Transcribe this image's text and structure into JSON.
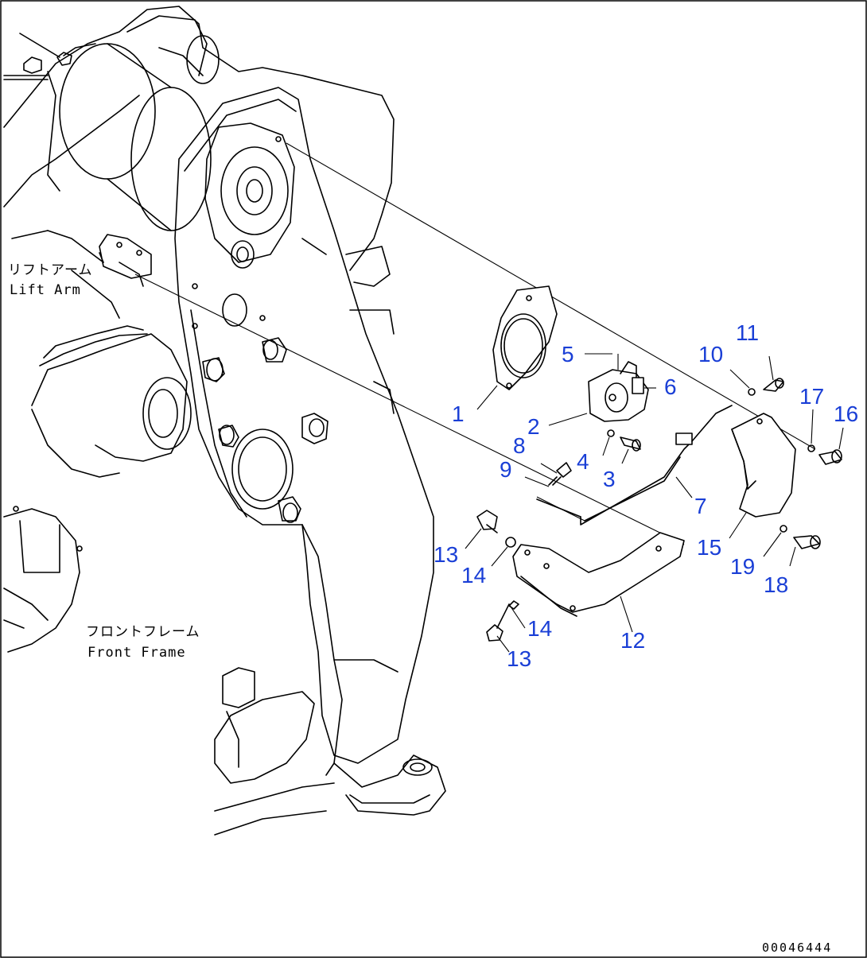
{
  "labels": {
    "lift_arm_jp": "リフトアーム",
    "lift_arm_en": "Lift Arm",
    "front_frame_jp": "フロントフレーム",
    "front_frame_en": "Front Frame"
  },
  "drawing_code": "00046444",
  "callouts": [
    "1",
    "2",
    "3",
    "4",
    "5",
    "6",
    "7",
    "8",
    "9",
    "10",
    "11",
    "12",
    "13",
    "14",
    "14",
    "13",
    "15",
    "16",
    "17",
    "18",
    "19"
  ],
  "colors": {
    "callout": "#1a3fd6",
    "line": "#000000",
    "background": "#ffffff"
  }
}
